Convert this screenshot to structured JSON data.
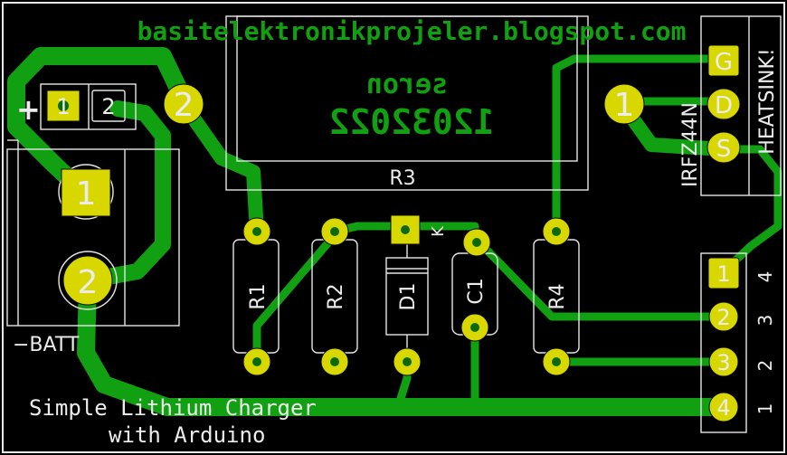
{
  "colors": {
    "copper": "#11a011",
    "pad": "#d8d800",
    "silk": "#ececec",
    "background": "#000000"
  },
  "website": "basitelektronikprojeler.blogspot.com",
  "ic_name_mirrored": "seron",
  "date_mirrored": "12032022",
  "title_line1": "Simple Lithium Charger",
  "title_line2": "with Arduino",
  "battery": {
    "plus": "+",
    "minus": "−BATT",
    "pad1": "1",
    "pad2": "2"
  },
  "conn_top": {
    "pin1": "1",
    "pin2": "2"
  },
  "resistors": {
    "r1": "R1",
    "r2": "R2",
    "r3": "R3",
    "r4": "R4"
  },
  "r3_pads": {
    "left": "2",
    "right": "1"
  },
  "diode": {
    "name": "D1",
    "k": "K"
  },
  "cap": {
    "name": "C1"
  },
  "mosfet": {
    "name": "IRFZ44N",
    "heatsink": "HEATSINK!",
    "g": "G",
    "d": "D",
    "s": "S"
  },
  "header": {
    "pads": [
      "1",
      "2",
      "3",
      "4"
    ],
    "labels": [
      "4",
      "3",
      "2",
      "1"
    ]
  }
}
